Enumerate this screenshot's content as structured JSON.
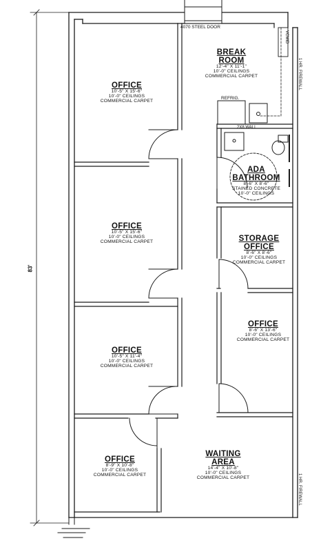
{
  "plan": {
    "overall_dimension": "83'",
    "door_label": "4070 STEEL DOOR",
    "refrig_label": "REFRIG.",
    "wall_label": "2x8 WALL",
    "rated_firewall_label": "1 HR. FIREWALL",
    "vcmid_label": "VCMID"
  },
  "rooms": {
    "office1": {
      "name": "OFFICE",
      "size": "10'-5\" x 15'-6\"",
      "ceilings": "10'-0\" CEILINGS",
      "finish": "COMMERCIAL CARPET"
    },
    "break_room": {
      "name1": "BREAK",
      "name2": "ROOM",
      "size": "12'-4\" x 11'-1\"",
      "ceilings": "10'-0\" CEILINGS",
      "finish": "COMMERCIAL CARPET"
    },
    "ada_bathroom": {
      "name1": "ADA",
      "name2": "BATHROOM",
      "size": "8'-6\" x 8'-6\"",
      "ceilings": "STAINED CONCRETE",
      "finish": "10'-0\" CEILINGS"
    },
    "office2": {
      "name": "OFFICE",
      "size": "10'-5\" x 15'-6\"",
      "ceilings": "10'-0\" CEILINGS",
      "finish": "COMMERCIAL CARPET"
    },
    "storage_office": {
      "name1": "STORAGE",
      "name2": "OFFICE",
      "size": "8'-6\" x 8'-6\"",
      "ceilings": "10'-0\" CEILINGS",
      "finish": "COMMERCIAL CARPET"
    },
    "office3": {
      "name": "OFFICE",
      "size": "10'-5\" x 11'-4\"",
      "ceilings": "10'-0\" CEILINGS",
      "finish": "COMMERCIAL CARPET"
    },
    "office4": {
      "name": "OFFICE",
      "size": "8'-6\" x 13'-6\"",
      "ceilings": "10'-0\" CEILINGS",
      "finish": "COMMERCIAL CARPET"
    },
    "office5": {
      "name": "OFFICE",
      "size": "8'-9\" x 10'-8\"",
      "ceilings": "10'-0\" CEILINGS",
      "finish": "COMMERCIAL CARPET"
    },
    "waiting_area": {
      "name1": "WAITING",
      "name2": "AREA",
      "size": "14'-4\" x 10'-8\"",
      "ceilings": "10'-0\" CEILINGS",
      "finish": "COMMERCIAL CARPET"
    }
  }
}
